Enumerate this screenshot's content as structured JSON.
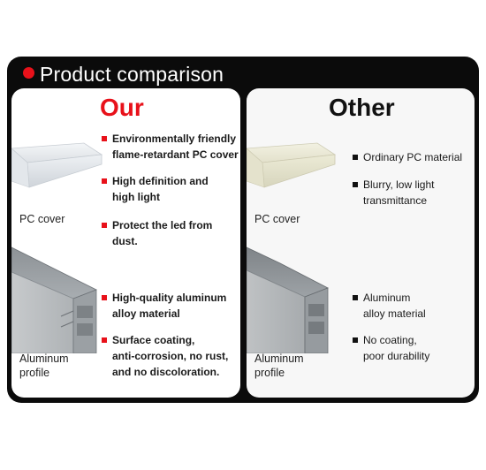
{
  "header": {
    "title": "Product comparison"
  },
  "colors": {
    "accent": "#e8111a",
    "frame": "#0b0b0b",
    "card": "#ffffff"
  },
  "ours": {
    "heading": "Our",
    "pc_label": "PC cover",
    "profile_label_1": "Aluminum",
    "profile_label_2": "profile",
    "bullets": [
      [
        "Environmentally friendly",
        "flame-retardant PC cover"
      ],
      [
        "High definition and",
        "high light"
      ],
      [
        "Protect the led from dust."
      ],
      [
        "High-quality aluminum",
        "alloy material"
      ],
      [
        "Surface coating,",
        "anti-corrosion, no rust,",
        "and no discoloration."
      ]
    ]
  },
  "other": {
    "heading": "Other",
    "pc_label": "PC cover",
    "profile_label_1": "Aluminum",
    "profile_label_2": "profile",
    "bullets": [
      [
        "Ordinary PC material"
      ],
      [
        "Blurry, low light",
        "transmittance"
      ],
      [
        "Aluminum",
        "alloy material"
      ],
      [
        "No coating,",
        "poor durability"
      ]
    ]
  }
}
